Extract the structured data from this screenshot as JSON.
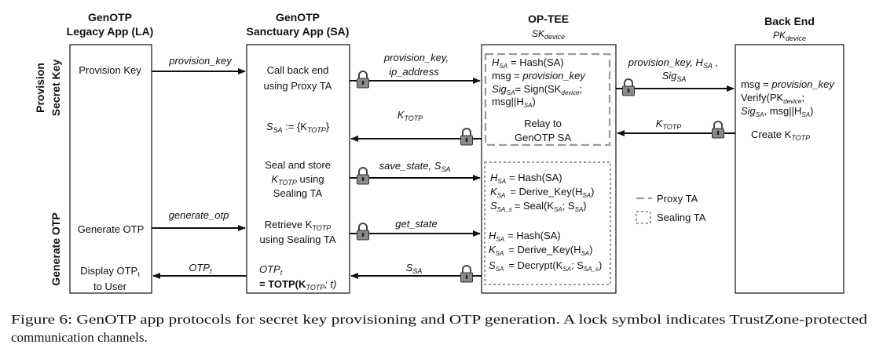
{
  "columns": {
    "la": {
      "title1": "GenOTP",
      "title2": "Legacy App (LA)"
    },
    "sa": {
      "title1": "GenOTP",
      "title2": "Sanctuary App (SA)"
    },
    "tee": {
      "title": "OP-TEE",
      "subtitle": "SK",
      "subtitle_sub": "device"
    },
    "be": {
      "title": "Back End",
      "subtitle": "PK",
      "subtitle_sub": "device"
    }
  },
  "sections": {
    "provision_line1": "Provision",
    "provision_line2": "Secret Key",
    "generate": "Generate OTP"
  },
  "la_steps": {
    "provision_key": "Provision Key",
    "generate_otp": "Generate OTP",
    "display_1": "Display OTP",
    "display_1_sub": "t",
    "display_2": "to User"
  },
  "sa_steps": {
    "call_1": "Call back end",
    "call_2": "using Proxy TA",
    "assign_s": "S",
    "assign_sub": "SA",
    "assign_rest": " := {K",
    "assign_ksub": "TOTP",
    "assign_end": "}",
    "seal_1": "Seal and store",
    "seal_2_k": "K",
    "seal_2_sub": "TOTP",
    "seal_2_rest": " using",
    "seal_3": "Sealing TA",
    "retrieve_1": "Retrieve K",
    "retrieve_1_sub": "TOTP",
    "retrieve_2": "using Sealing TA",
    "otp_1": "OTP",
    "otp_1_sub": "t",
    "otp_2a": "= TOTP(K",
    "otp_2_sub": "TOTP",
    "otp_2b": "; t)"
  },
  "tee_proxy": {
    "l1_h": "H",
    "l1_sub": "SA",
    "l1_rest": "= Hash(SA)",
    "l2_a": "msg = ",
    "l2_b": "provision_key",
    "l3_a": "Sig",
    "l3_sub": "SA",
    "l3_b": "= Sign(SK",
    "l3_sub2": "device",
    "l3_c": ";",
    "l4_a": "msg||H",
    "l4_sub": "SA",
    "l4_b": ")",
    "relay_1": "Relay to",
    "relay_2": "GenOTP SA"
  },
  "tee_seal": {
    "a1_h": "H",
    "a1_sub": "SA",
    "a1_rest": "= Hash(SA)",
    "a2_k": "K",
    "a2_sub": "SA",
    "a2_a": "= Derive_Key(H",
    "a2_sub2": "SA",
    "a2_b": ")",
    "a3_s": "S",
    "a3_sub": "SA_s",
    "a3_a": "= Seal(K",
    "a3_sub2": "SA",
    "a3_b": "; S",
    "a3_sub3": "SA",
    "a3_c": ")",
    "b1_h": "H",
    "b1_sub": "SA",
    "b1_rest": "= Hash(SA)",
    "b2_k": "K",
    "b2_sub": "SA",
    "b2_a": "= Derive_Key(H",
    "b2_sub2": "SA",
    "b2_b": ")",
    "b3_s": "S",
    "b3_sub": "SA",
    "b3_a": "= Decrypt(K",
    "b3_sub2": "SA",
    "b3_b": "; S",
    "b3_sub3": "SA_s",
    "b3_c": ")"
  },
  "be_steps": {
    "msg_a": "msg = ",
    "msg_b": "provision_key",
    "verify_a": "Verify(PK",
    "verify_sub": "device",
    "verify_b": ";",
    "sig_a": "Sig",
    "sig_sub": "SA",
    "sig_b": ", msg||H",
    "sig_sub2": "SA",
    "sig_c": ")",
    "create_a": "Create K",
    "create_sub": "TOTP"
  },
  "arrows": {
    "la_sa_provision": "provision_key",
    "sa_tee_provision_1": "provision_key,",
    "sa_tee_provision_2": "ip_address",
    "tee_be_1a": "provision_key, H",
    "tee_be_1_sub": "SA",
    "tee_be_1b": " ,",
    "tee_be_2": "Sig",
    "tee_be_2_sub": "SA",
    "be_tee_k": "K",
    "be_tee_sub": "TOTP",
    "tee_sa_k": "K",
    "tee_sa_sub": "TOTP",
    "sa_tee_save_a": "save_state, S",
    "sa_tee_save_sub": "SA",
    "la_sa_generate": "generate_otp",
    "sa_tee_get": "get_state",
    "tee_sa_s": "S",
    "tee_sa_s_sub": "SA",
    "sa_la_otp": "OTP",
    "sa_la_otp_sub": "t"
  },
  "legend": {
    "proxy": "Proxy TA",
    "sealing": "Sealing TA"
  },
  "caption": {
    "line1": "Figure 6: GenOTP app protocols for secret key provisioning and OTP generation. A lock symbol indicates TrustZone-protected",
    "line2": "communication channels."
  }
}
